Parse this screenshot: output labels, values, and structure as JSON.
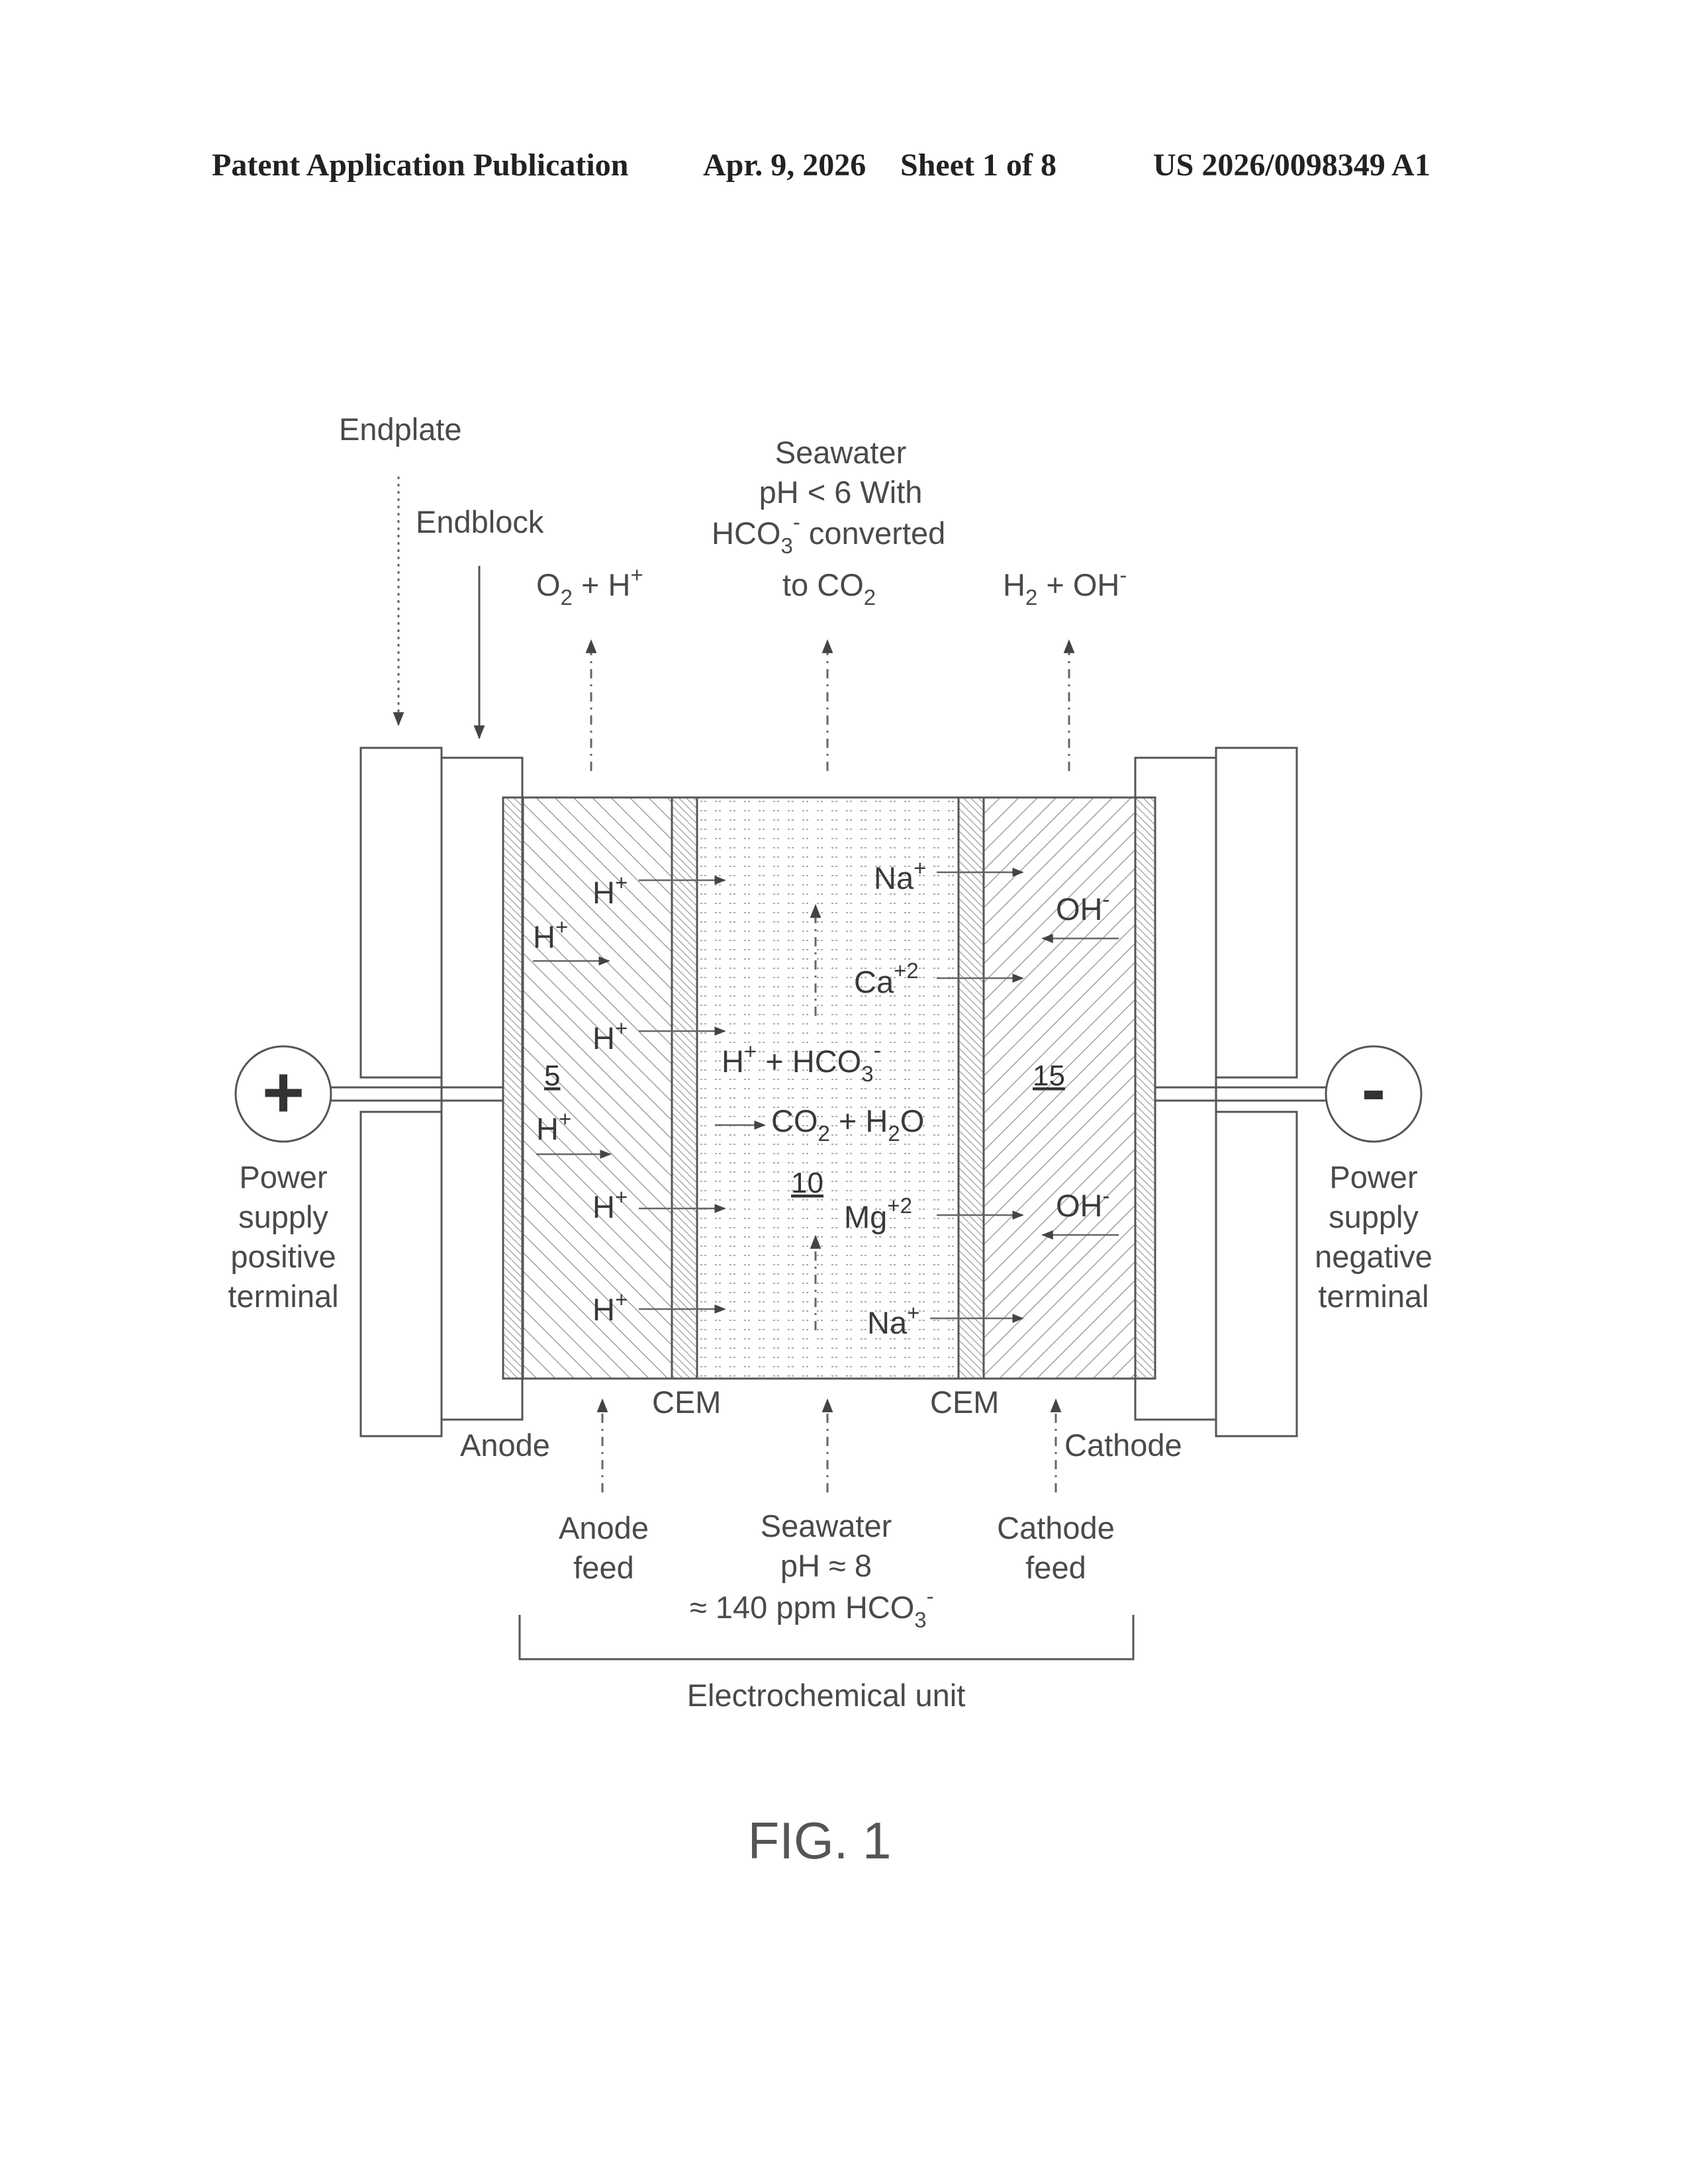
{
  "header": {
    "publication_type": "Patent Application Publication",
    "date": "Apr. 9, 2026",
    "sheet": "Sheet 1 of 8",
    "pub_number": "US 2026/0098349 A1"
  },
  "figure": {
    "label": "FIG. 1",
    "top_labels": {
      "endplate": "Endplate",
      "endblock": "Endblock",
      "anode_out": {
        "base": "O",
        "sub": "2",
        "rest": " + H",
        "sup": "+"
      },
      "seawater_out_line1": "Seawater",
      "seawater_out_line2": "pH < 6 With",
      "seawater_out_line3_base": "HCO",
      "seawater_out_line3_sub": "3",
      "seawater_out_line3_sup": "-",
      "seawater_out_line3_rest": " converted",
      "seawater_out_line4_base": "to CO",
      "seawater_out_line4_sub": "2",
      "cathode_out": {
        "base": "H",
        "sub": "2",
        "rest": " + OH",
        "sup": "-"
      }
    },
    "power_left": {
      "symbol": "+",
      "lines": [
        "Power",
        "supply",
        "positive",
        "terminal"
      ]
    },
    "power_right": {
      "symbol": "-",
      "lines": [
        "Power",
        "supply",
        "negative",
        "terminal"
      ]
    },
    "compartments": {
      "anode_ref": "5",
      "center_ref": "10",
      "cathode_ref": "15"
    },
    "ions": {
      "h_plus": {
        "base": "H",
        "sup": "+"
      },
      "na_plus": {
        "base": "Na",
        "sup": "+"
      },
      "ca": {
        "base": "Ca",
        "sup": "+2"
      },
      "mg": {
        "base": "Mg",
        "sup": "+2"
      },
      "oh": {
        "base": "OH",
        "sup": "-"
      },
      "reaction_line1": {
        "a": "H",
        "a_sup": "+",
        "b": " + HCO",
        "b_sub": "3",
        "b_sup": "-"
      },
      "reaction_line2": {
        "a": "CO",
        "a_sub": "2",
        "b": " + H",
        "b_sub": "2",
        "c": "O"
      }
    },
    "bottom_labels": {
      "cem_left": "CEM",
      "cem_right": "CEM",
      "anode": "Anode",
      "cathode": "Cathode",
      "anode_feed": [
        "Anode",
        "feed"
      ],
      "seawater_in_line1": "Seawater",
      "seawater_in_line2": "pH ≈ 8",
      "seawater_in_line3_base": "≈ 140 ppm HCO",
      "seawater_in_line3_sub": "3",
      "seawater_in_line3_sup": "-",
      "cathode_feed": [
        "Cathode",
        "feed"
      ],
      "unit": "Electrochemical unit"
    }
  }
}
